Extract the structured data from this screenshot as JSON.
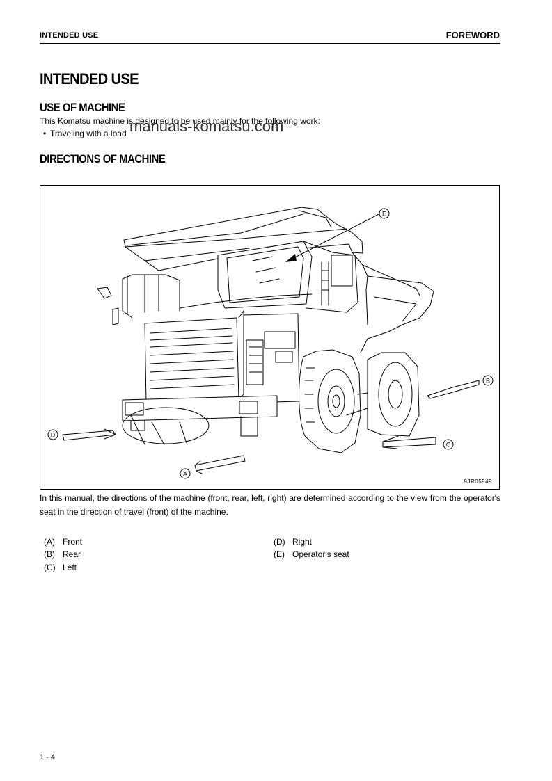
{
  "header": {
    "left": "INTENDED USE",
    "right": "FOREWORD"
  },
  "title": "INTENDED USE",
  "section1": {
    "heading": "USE OF MACHINE",
    "text": "This Komatsu machine is designed to be used mainly for the following work:",
    "bullet": "Traveling with a load"
  },
  "watermark": "manuals-komatsu.com",
  "section2": {
    "heading": "DIRECTIONS OF MACHINE"
  },
  "figure": {
    "code": "9JR05949",
    "labels": {
      "A": "A",
      "B": "B",
      "C": "C",
      "D": "D",
      "E": "E"
    }
  },
  "caption": "In this manual, the directions of the machine (front, rear, left, right) are determined according to the view from the operator's seat in the direction of travel (front) of the machine.",
  "legend": [
    {
      "key": "(A)",
      "text": "Front"
    },
    {
      "key": "(B)",
      "text": "Rear"
    },
    {
      "key": "(C)",
      "text": "Left"
    },
    {
      "key": "(D)",
      "text": "Right"
    },
    {
      "key": "(E)",
      "text": "Operator's seat"
    }
  ],
  "page_number": "1 - 4"
}
